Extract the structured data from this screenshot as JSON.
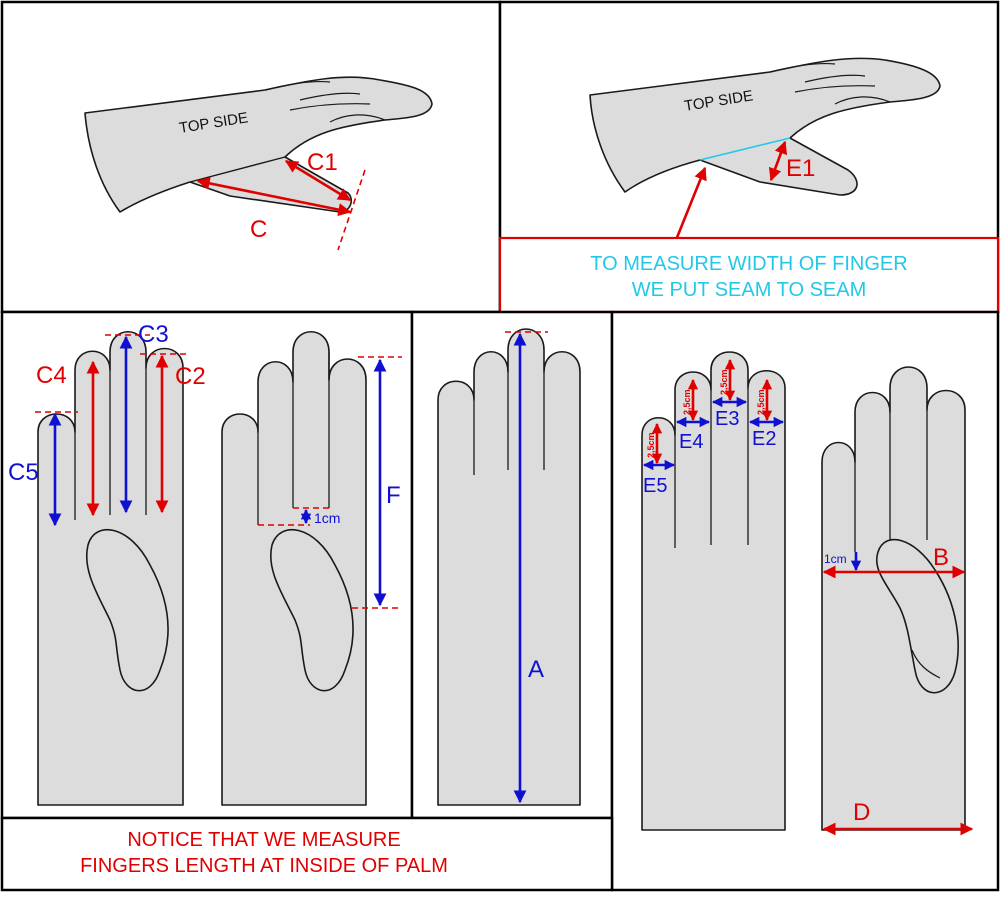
{
  "top_left": {
    "side_label": "TOP SIDE",
    "label_c1": "C1",
    "label_c": "C"
  },
  "top_right": {
    "side_label": "TOP SIDE",
    "label_e1": "E1",
    "note_line1": "TO MEASURE WIDTH OF FINGER",
    "note_line2": "WE PUT SEAM TO SEAM"
  },
  "finger_lengths": {
    "label_c3": "C3",
    "label_c4": "C4",
    "label_c2": "C2",
    "label_c5": "C5",
    "label_f": "F",
    "label_1cm": "1cm"
  },
  "total_length": {
    "label_a": "A"
  },
  "finger_widths": {
    "label_e2": "E2",
    "label_e3": "E3",
    "label_e4": "E4",
    "label_e5": "E5",
    "label_25cm": "2,5cm",
    "label_b": "B",
    "label_1cm": "1cm",
    "label_d": "D"
  },
  "bottom_note": {
    "line1": "NOTICE THAT WE MEASURE",
    "line2": "FINGERS LENGTH AT INSIDE OF PALM"
  },
  "colors": {
    "red": "#e00000",
    "blue": "#1010d0",
    "cyan": "#22c8e8",
    "glove": "#dcdcdc"
  }
}
